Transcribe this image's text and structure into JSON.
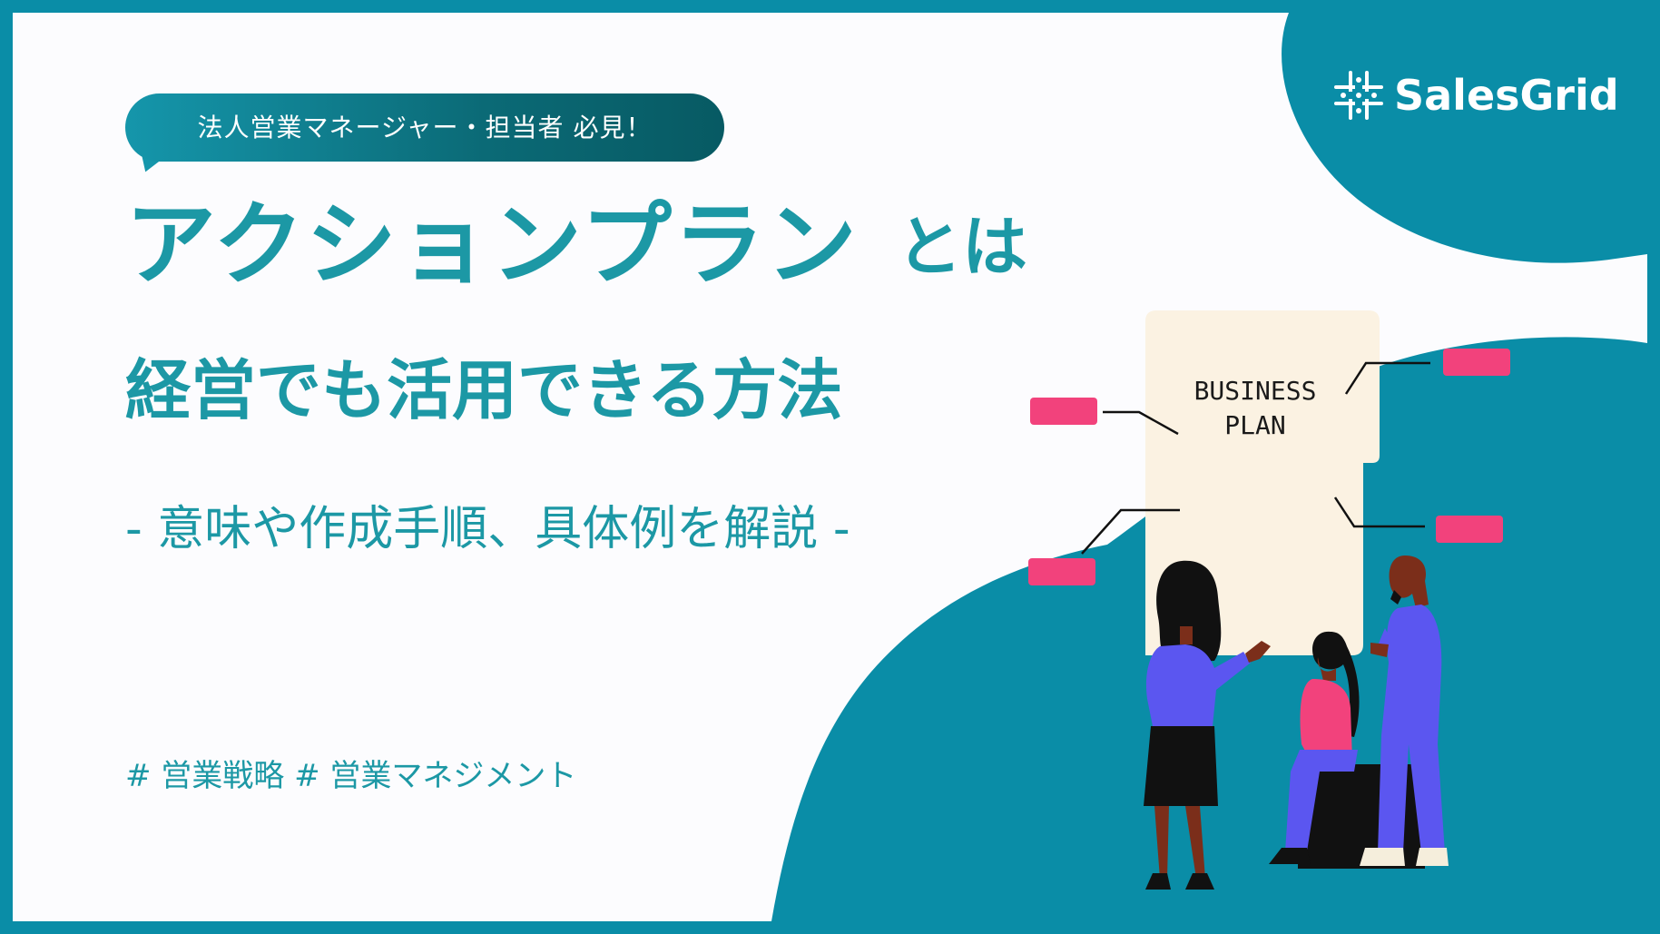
{
  "tag": {
    "text": "法人営業マネージャー・担当者 必見！"
  },
  "title": {
    "main": "アクションプラン",
    "suffix": "とは",
    "sub": "経営でも活用できる方法"
  },
  "description": "- 意味や作成手順、具体例を解説 -",
  "hashtags": "# 営業戦略 # 営業マネジメント",
  "logo": {
    "text": "SalesGrid",
    "icon": "grid-logo-icon"
  },
  "illustration": {
    "board_text_line1": "BUSINESS",
    "board_text_line2": "PLAN"
  },
  "colors": {
    "frame": "#0a8da7",
    "canvas": "#fcfcfe",
    "title": "#1c98a5",
    "accent_pink": "#f2427c",
    "purple": "#5b56f0",
    "board": "#fbf2e2"
  }
}
